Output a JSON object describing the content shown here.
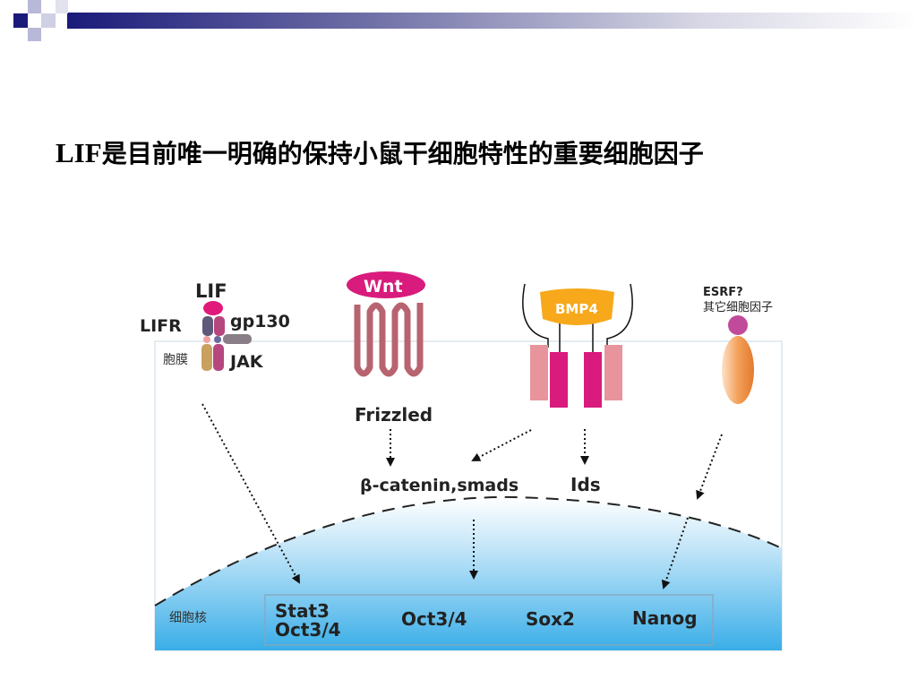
{
  "title": {
    "latin": "LIF",
    "chinese": "是目前唯一明确的保持小鼠干细胞特性的重要细胞因子"
  },
  "diagram": {
    "lif": "LIF",
    "lifr": "LIFR",
    "gp130": "gp130",
    "jak": "JAK",
    "membrane": "胞膜",
    "wnt": "Wnt",
    "frizzled": "Frizzled",
    "bmp4": "BMP4",
    "esrf": "ESRF?",
    "other_factors": "其它细胞因子",
    "beta_catenin": "β-catenin,smads",
    "ids": "Ids",
    "nucleus": "细胞核",
    "stat3": "Stat3",
    "oct34_a": "Oct3/4",
    "oct34_b": "Oct3/4",
    "sox2": "Sox2",
    "nanog": "Nanog"
  },
  "colors": {
    "banner_dark": "#1a1a7a",
    "nucleus_top": "#ffffff",
    "nucleus_bottom": "#3aaee8",
    "lif_pink": "#e0197a",
    "wnt_magenta": "#d81b7c",
    "frizzled": "#b86470",
    "bmp4_orange": "#f7a81b",
    "receptor_pink": "#e8949c",
    "receptor_magenta": "#d81b7c",
    "esrf_body": "#f4a05a",
    "esrf_head": "#c24a9a"
  }
}
